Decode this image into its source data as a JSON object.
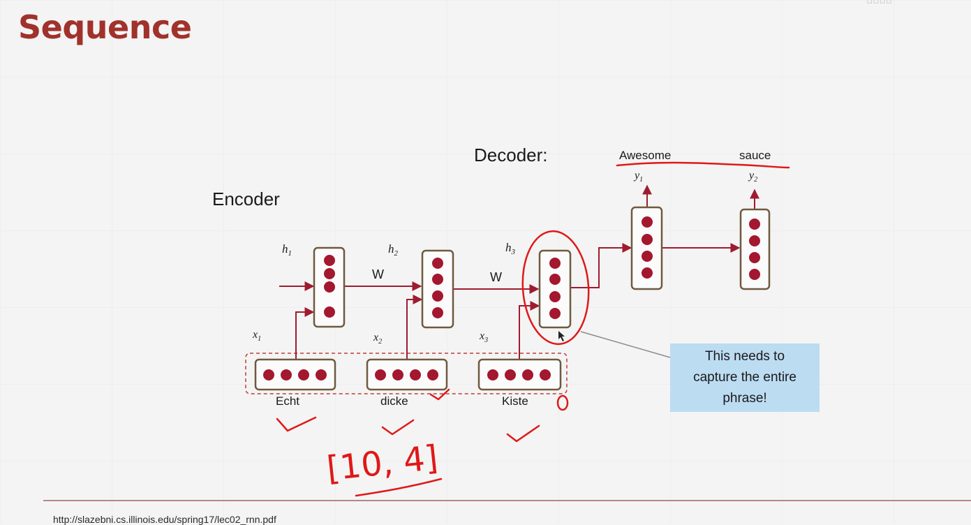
{
  "slide": {
    "title": "Sequence",
    "source_url": "http://slazebni.cs.illinois.edu/spring17/lec02_rnn.pdf",
    "accent_color": "#a0322b",
    "node_color": "#a3172f"
  },
  "diagram": {
    "encoder_label": "Encoder",
    "decoder_label": "Decoder:",
    "hidden_labels": [
      {
        "base": "h",
        "sub": "1"
      },
      {
        "base": "h",
        "sub": "2"
      },
      {
        "base": "h",
        "sub": "3"
      }
    ],
    "input_labels": [
      {
        "base": "x",
        "sub": "1"
      },
      {
        "base": "x",
        "sub": "2"
      },
      {
        "base": "x",
        "sub": "3"
      }
    ],
    "output_labels": [
      {
        "base": "y",
        "sub": "1"
      },
      {
        "base": "y",
        "sub": "2"
      }
    ],
    "weight_labels": [
      "W",
      "W"
    ],
    "input_words": [
      "Echt",
      "dicke",
      "Kiste"
    ],
    "output_words": [
      "Awesome",
      "sauce"
    ],
    "callout": "This needs to capture the entire phrase!"
  },
  "annotations": {
    "handwritten_text": "[10, 4]",
    "ink_color": "#e01818"
  }
}
